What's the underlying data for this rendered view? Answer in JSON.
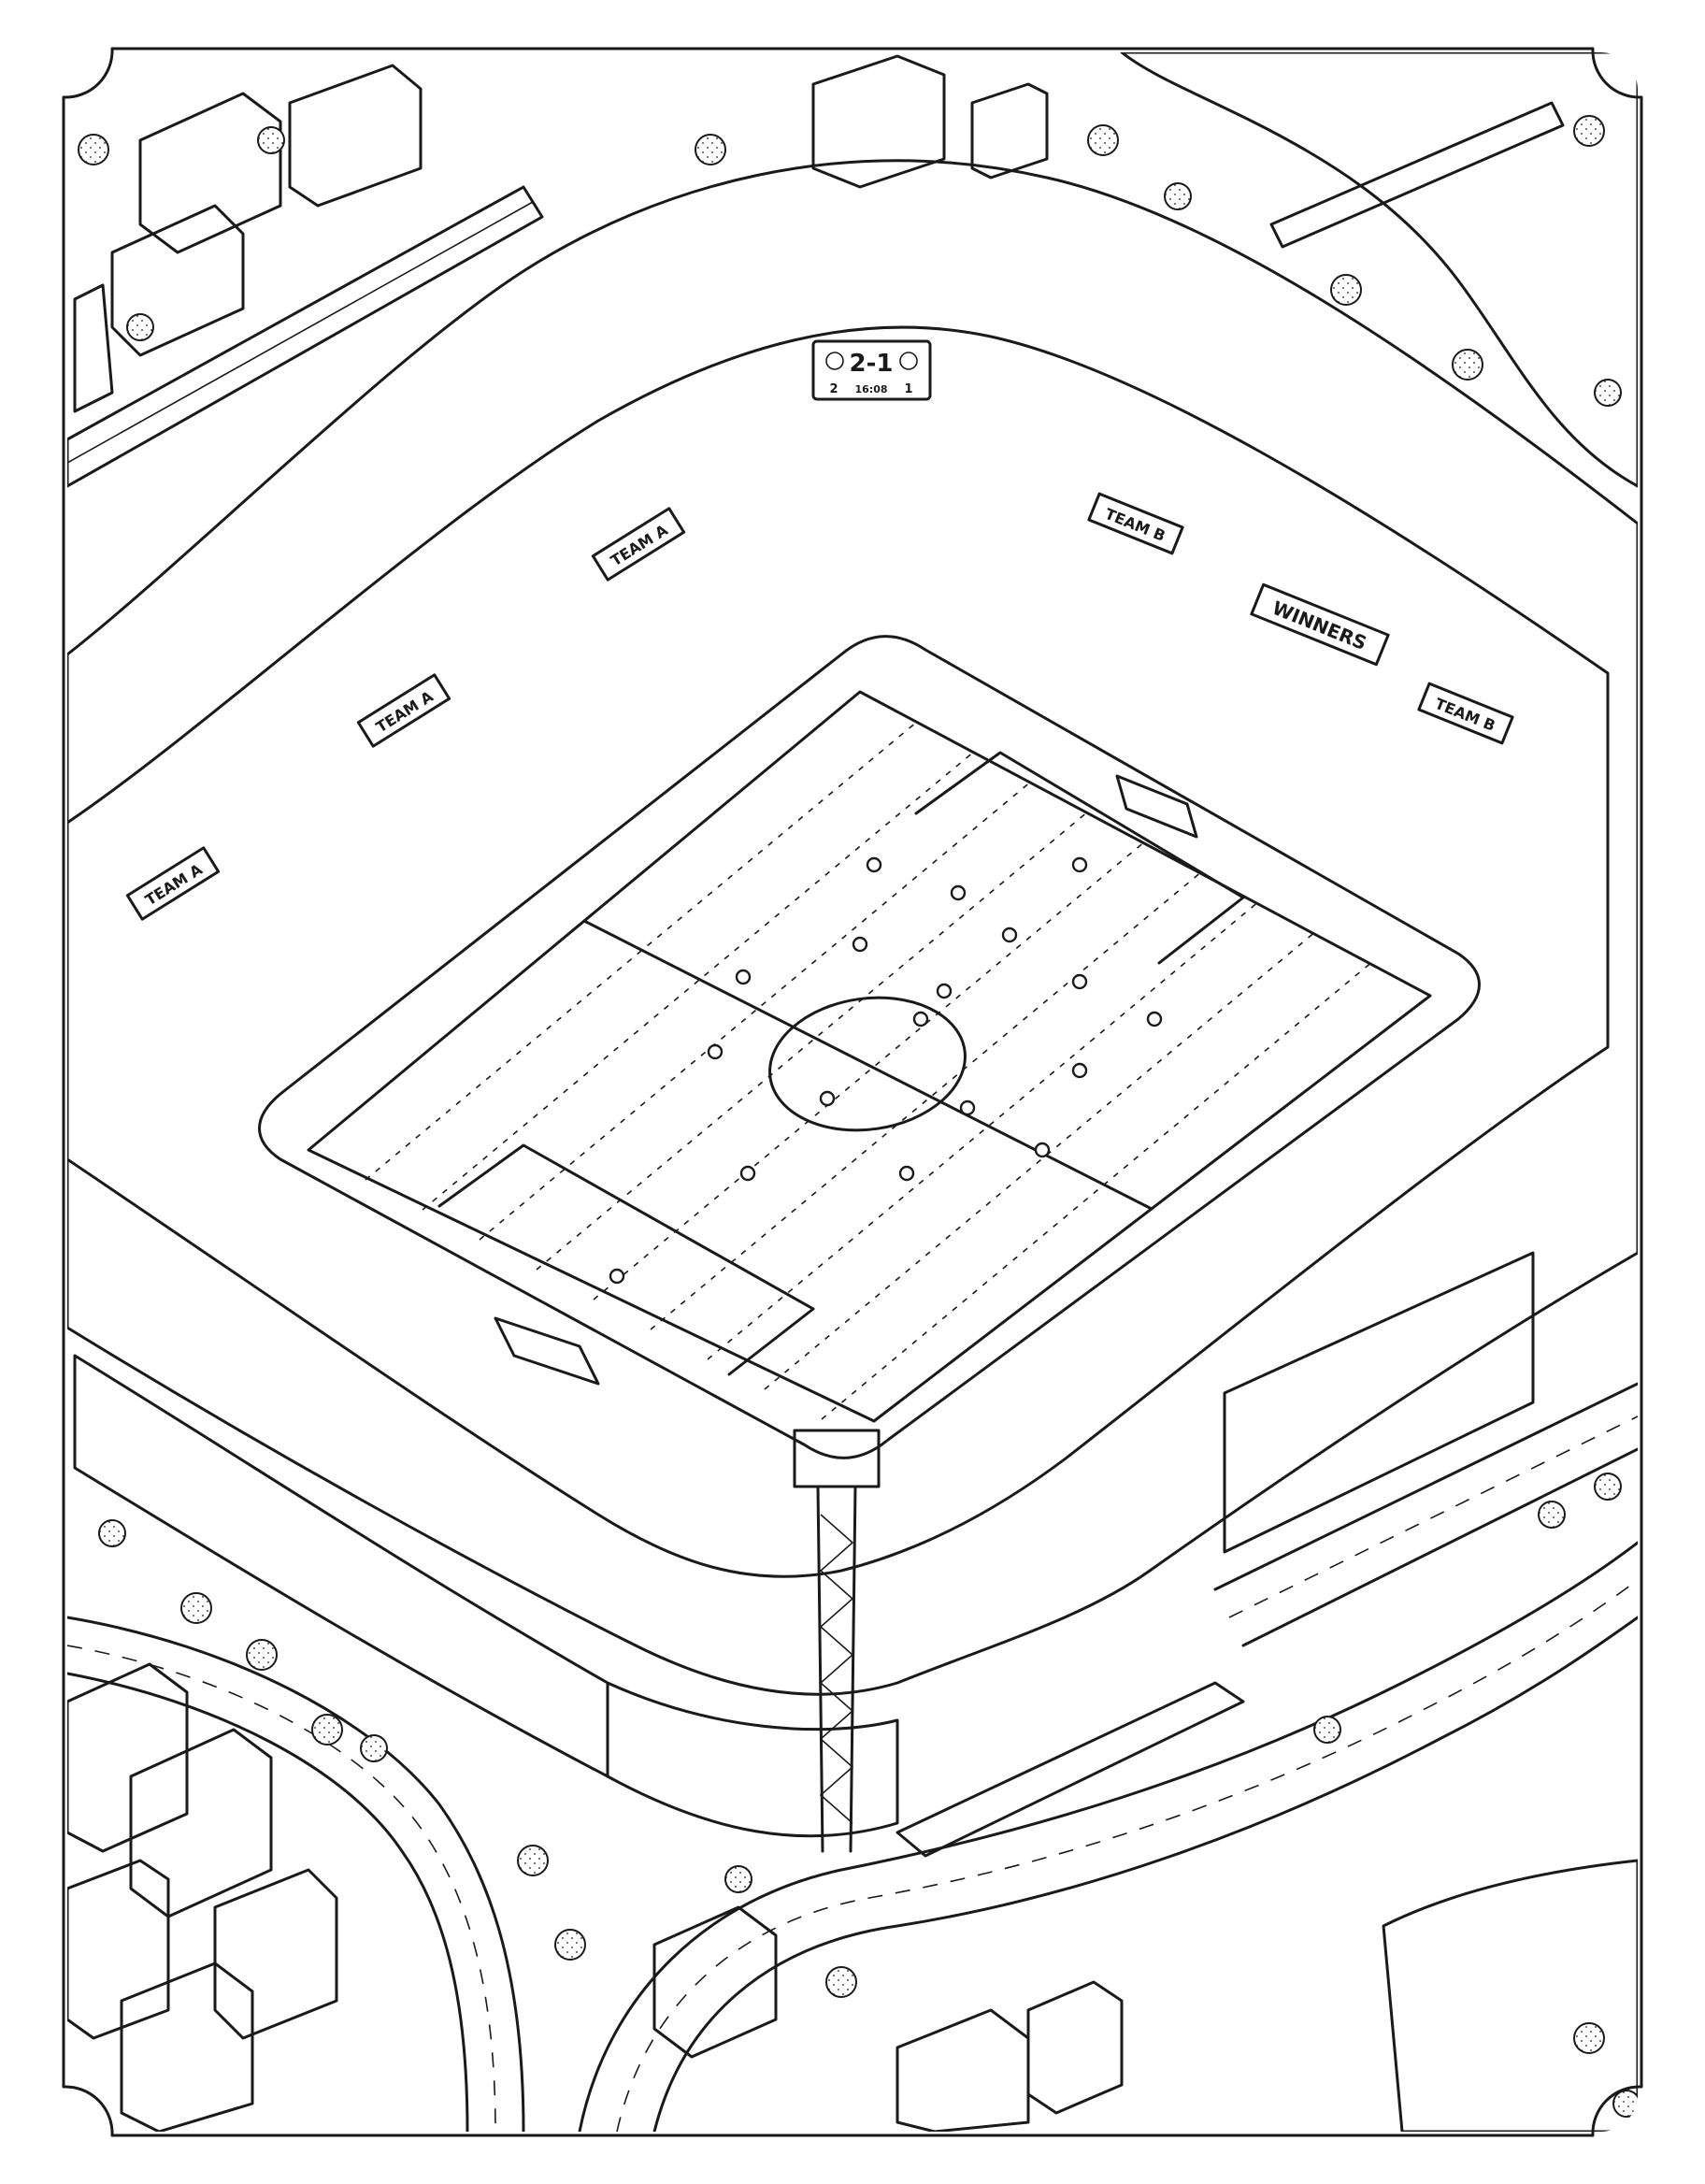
{
  "scoreboard": {
    "score": "2-1",
    "home_score": "2",
    "clock": "16:08",
    "away_score": "1"
  },
  "banners": {
    "team_a": "TEAM A",
    "team_b": "TEAM B",
    "winners": "WINNERS"
  },
  "colors": {
    "ink": "#1a1a1a",
    "paper": "#ffffff"
  }
}
